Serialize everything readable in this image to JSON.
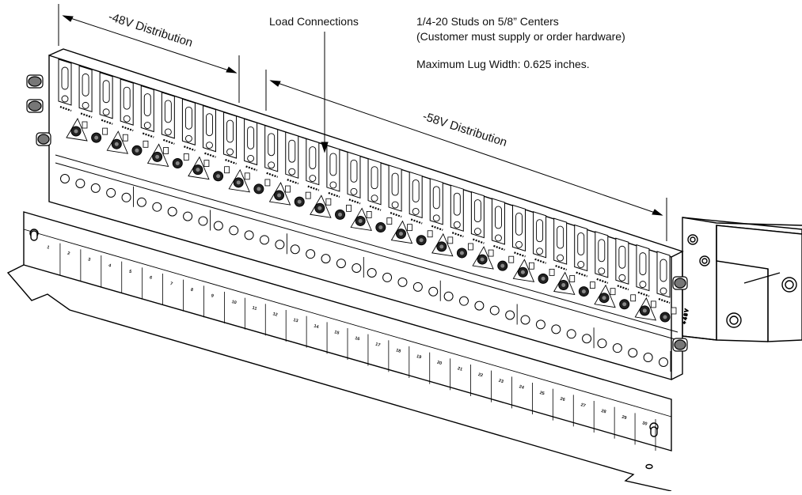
{
  "annotations": {
    "dist_48": "-48V Distribution",
    "dist_58": "-58V Distribution",
    "load_connections": "Load Connections",
    "studs_line1": "1/4-20 Studs on 5/8” Centers",
    "studs_line2": "(Customer must supply or order hardware)",
    "lug_width": "Maximum Lug Width: 0.625 inches."
  },
  "position_numbers": [
    "1",
    "2",
    "3",
    "4",
    "5",
    "6",
    "7",
    "8",
    "9",
    "10",
    "11",
    "12",
    "13",
    "14",
    "15",
    "16",
    "17",
    "18",
    "19",
    "20",
    "21",
    "22",
    "23",
    "24",
    "25",
    "26",
    "27",
    "28",
    "29",
    "30"
  ]
}
